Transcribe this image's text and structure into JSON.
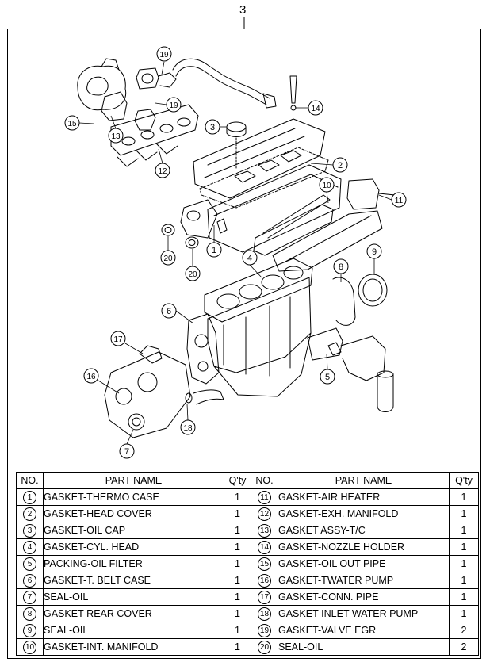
{
  "page_number": "3",
  "callouts": [
    "1",
    "2",
    "3",
    "4",
    "5",
    "6",
    "7",
    "8",
    "9",
    "10",
    "11",
    "12",
    "13",
    "14",
    "15",
    "16",
    "17",
    "18",
    "19",
    "19",
    "20",
    "20"
  ],
  "table": {
    "headers": [
      "NO.",
      "PART NAME",
      "Q'ty",
      "NO.",
      "PART NAME",
      "Q'ty"
    ],
    "rows": [
      {
        "no": "1",
        "name": "GASKET-THERMO CASE",
        "qty": "1",
        "no2": "11",
        "name2": "GASKET-AIR HEATER",
        "qty2": "1"
      },
      {
        "no": "2",
        "name": "GASKET-HEAD COVER",
        "qty": "1",
        "no2": "12",
        "name2": "GASKET-EXH. MANIFOLD",
        "qty2": "1"
      },
      {
        "no": "3",
        "name": "GASKET-OIL CAP",
        "qty": "1",
        "no2": "13",
        "name2": "GASKET ASSY-T/C",
        "qty2": "1"
      },
      {
        "no": "4",
        "name": "GASKET-CYL. HEAD",
        "qty": "1",
        "no2": "14",
        "name2": "GASKET-NOZZLE HOLDER",
        "qty2": "1"
      },
      {
        "no": "5",
        "name": "PACKING-OIL FILTER",
        "qty": "1",
        "no2": "15",
        "name2": "GASKET-OIL OUT PIPE",
        "qty2": "1"
      },
      {
        "no": "6",
        "name": "GASKET-T. BELT CASE",
        "qty": "1",
        "no2": "16",
        "name2": "GASKET-TWATER PUMP",
        "qty2": "1"
      },
      {
        "no": "7",
        "name": "SEAL-OIL",
        "qty": "1",
        "no2": "17",
        "name2": "GASKET-CONN. PIPE",
        "qty2": "1"
      },
      {
        "no": "8",
        "name": "GASKET-REAR COVER",
        "qty": "1",
        "no2": "18",
        "name2": "GASKET-INLET WATER PUMP",
        "qty2": "1"
      },
      {
        "no": "9",
        "name": "SEAL-OIL",
        "qty": "1",
        "no2": "19",
        "name2": "GASKET-VALVE EGR",
        "qty2": "2"
      },
      {
        "no": "10",
        "name": "GASKET-INT. MANIFOLD",
        "qty": "1",
        "no2": "20",
        "name2": "SEAL-OIL",
        "qty2": "2"
      }
    ]
  }
}
